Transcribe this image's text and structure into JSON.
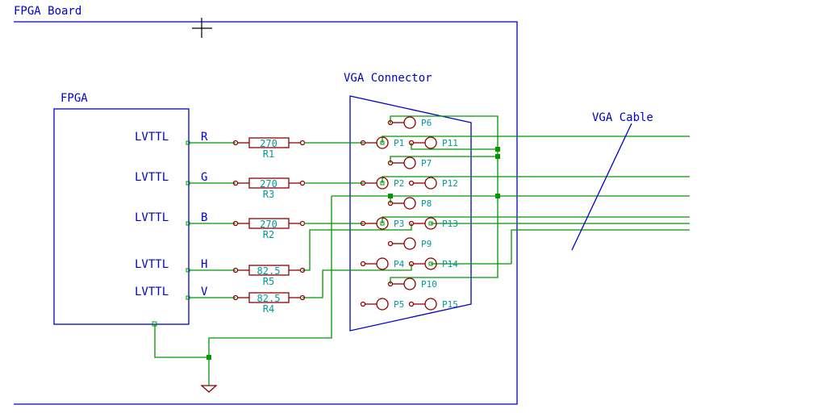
{
  "board": {
    "title": "FPGA Board"
  },
  "fpga": {
    "title": "FPGA",
    "pins": [
      {
        "io_standard": "LVTTL",
        "signal": "R"
      },
      {
        "io_standard": "LVTTL",
        "signal": "G"
      },
      {
        "io_standard": "LVTTL",
        "signal": "B"
      },
      {
        "io_standard": "LVTTL",
        "signal": "H"
      },
      {
        "io_standard": "LVTTL",
        "signal": "V"
      }
    ]
  },
  "resistors": [
    {
      "ref": "R1",
      "value": "270"
    },
    {
      "ref": "R3",
      "value": "270"
    },
    {
      "ref": "R2",
      "value": "270"
    },
    {
      "ref": "R5",
      "value": "82.5"
    },
    {
      "ref": "R4",
      "value": "82.5"
    }
  ],
  "connector": {
    "title": "VGA Connector",
    "pins": [
      "P1",
      "P2",
      "P3",
      "P4",
      "P5",
      "P6",
      "P7",
      "P8",
      "P9",
      "P10",
      "P11",
      "P12",
      "P13",
      "P14",
      "P15"
    ]
  },
  "cable": {
    "title": "VGA Cable"
  },
  "colors": {
    "outline": "#0000c8",
    "wire": "#009600",
    "component": "#8c0000",
    "text": "#009999"
  }
}
